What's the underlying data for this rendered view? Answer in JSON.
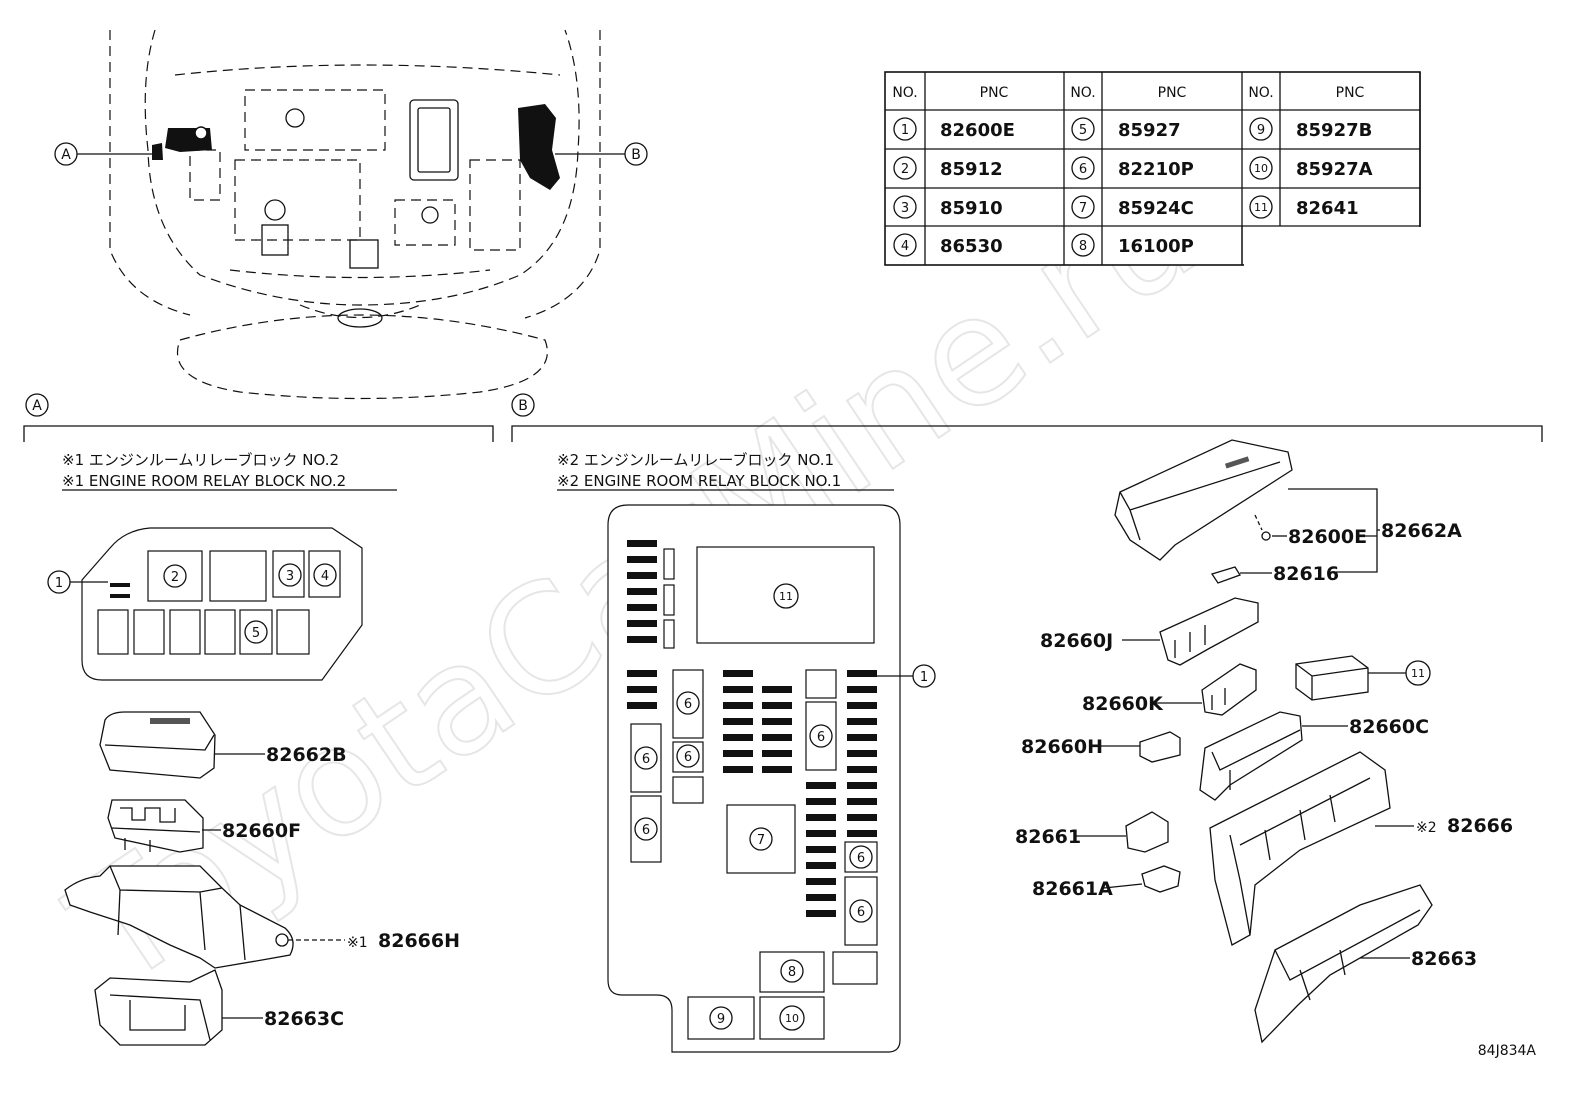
{
  "callouts": {
    "a": "A",
    "b": "B"
  },
  "table": {
    "headers": [
      "NO.",
      "PNC",
      "NO.",
      "PNC",
      "NO.",
      "PNC"
    ],
    "rows": [
      [
        {
          "no": "1",
          "pnc": "82600E"
        },
        {
          "no": "5",
          "pnc": "85927"
        },
        {
          "no": "9",
          "pnc": "85927B"
        }
      ],
      [
        {
          "no": "2",
          "pnc": "85912"
        },
        {
          "no": "6",
          "pnc": "82210P"
        },
        {
          "no": "10",
          "pnc": "85927A"
        }
      ],
      [
        {
          "no": "3",
          "pnc": "85910"
        },
        {
          "no": "7",
          "pnc": "85924C"
        },
        {
          "no": "11",
          "pnc": "82641"
        }
      ],
      [
        {
          "no": "4",
          "pnc": "86530"
        },
        {
          "no": "8",
          "pnc": "16100P"
        },
        null
      ]
    ]
  },
  "section_a": {
    "title_jp": "※1 エンジンルームリレーブロック NO.2",
    "title_en": "※1 ENGINE ROOM RELAY BLOCK NO.2",
    "block_marks": [
      "1",
      "2",
      "3",
      "4",
      "5"
    ],
    "parts": {
      "p1": "82662B",
      "p2": "82660F",
      "p3_prefix": "※1",
      "p3": "82666H",
      "p4": "82663C"
    }
  },
  "section_b": {
    "title_jp": "※2 エンジンルームリレーブロック NO.1",
    "title_en": "※2 ENGINE ROOM RELAY BLOCK NO.1",
    "block_marks": [
      "11",
      "1",
      "6",
      "7",
      "8",
      "9",
      "10"
    ],
    "parts": {
      "p82600E": "82600E",
      "p82662A": "82662A",
      "p82616": "82616",
      "p82660J": "82660J",
      "p82660K": "82660K",
      "p11": "11",
      "p82660C": "82660C",
      "p82660H": "82660H",
      "p82666_prefix": "※2",
      "p82666": "82666",
      "p82661": "82661",
      "p82661A": "82661A",
      "p82663": "82663"
    }
  },
  "figure_code": "84J834A",
  "watermark": "ToyotaCarMine.ru"
}
